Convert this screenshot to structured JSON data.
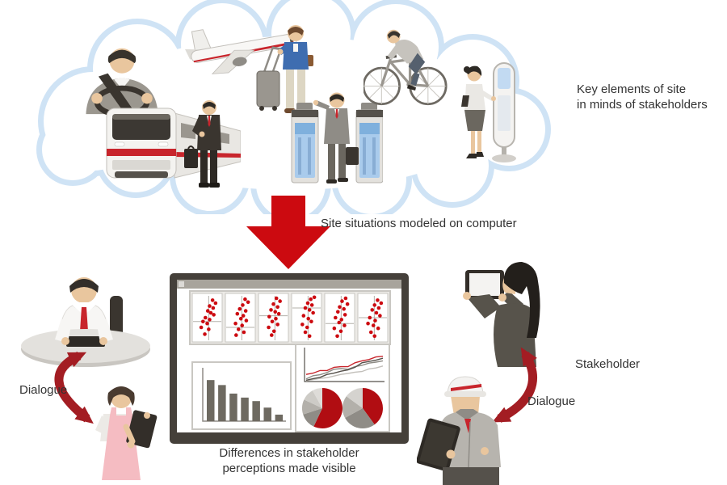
{
  "palette": {
    "flow_arrow_red": "#cc0a10",
    "dialogue_arrow_red": "#a31d23",
    "monitor_frame": "#45403a",
    "cloud_edge_blue": "#cfe3f5",
    "text_color": "#333333"
  },
  "cloud": {
    "caption": "Key elements of site\nin minds of stakeholders",
    "items": [
      {
        "name": "car-driver"
      },
      {
        "name": "airplane"
      },
      {
        "name": "traveler-with-rolling-suitcase"
      },
      {
        "name": "train"
      },
      {
        "name": "businessman-with-briefcase"
      },
      {
        "name": "commuter-at-ticket-gates"
      },
      {
        "name": "cyclist"
      },
      {
        "name": "woman-at-information-kiosk"
      }
    ]
  },
  "flow": {
    "arrow_caption": "Site situations modeled on computer"
  },
  "monitor": {
    "caption": "Differences in stakeholder\nperceptions made visible"
  },
  "left_dialogue": {
    "label": "Dialogue"
  },
  "right_dialogue": {
    "label": "Dialogue",
    "stakeholder_label": "Stakeholder"
  },
  "actors": [
    {
      "name": "analyst-at-desk-with-laptop"
    },
    {
      "name": "staff-woman-with-tablet"
    },
    {
      "name": "stakeholder-woman-with-tablet"
    },
    {
      "name": "field-worker-with-tablet"
    }
  ],
  "chart_data": [
    {
      "type": "scatter",
      "name": "perception-scatter-panels",
      "panels": 6,
      "point_color": "#cc0a10",
      "grid_color": "#b3b0aa",
      "axis_cross_x": 0.55,
      "axis_cross_y": [
        0.58,
        0.7,
        0.46,
        0.3,
        0.62,
        0.5
      ],
      "points": [
        [
          [
            68,
            14
          ],
          [
            78,
            20
          ],
          [
            58,
            26
          ],
          [
            70,
            30
          ],
          [
            52,
            36
          ],
          [
            62,
            40
          ],
          [
            72,
            44
          ],
          [
            44,
            50
          ],
          [
            58,
            54
          ],
          [
            36,
            58
          ],
          [
            50,
            62
          ],
          [
            30,
            70
          ],
          [
            55,
            74
          ],
          [
            42,
            84
          ]
        ],
        [
          [
            66,
            12
          ],
          [
            76,
            18
          ],
          [
            58,
            24
          ],
          [
            48,
            32
          ],
          [
            68,
            36
          ],
          [
            40,
            42
          ],
          [
            60,
            46
          ],
          [
            52,
            52
          ],
          [
            70,
            56
          ],
          [
            34,
            62
          ],
          [
            56,
            66
          ],
          [
            44,
            74
          ],
          [
            62,
            80
          ],
          [
            36,
            86
          ]
        ],
        [
          [
            60,
            10
          ],
          [
            72,
            16
          ],
          [
            50,
            22
          ],
          [
            64,
            28
          ],
          [
            42,
            34
          ],
          [
            56,
            38
          ],
          [
            68,
            42
          ],
          [
            36,
            48
          ],
          [
            58,
            52
          ],
          [
            46,
            58
          ],
          [
            64,
            64
          ],
          [
            34,
            70
          ],
          [
            52,
            78
          ],
          [
            44,
            86
          ]
        ],
        [
          [
            64,
            12
          ],
          [
            76,
            8
          ],
          [
            54,
            20
          ],
          [
            68,
            24
          ],
          [
            46,
            30
          ],
          [
            60,
            34
          ],
          [
            72,
            40
          ],
          [
            40,
            46
          ],
          [
            56,
            52
          ],
          [
            66,
            58
          ],
          [
            36,
            64
          ],
          [
            52,
            70
          ],
          [
            46,
            80
          ],
          [
            60,
            88
          ]
        ],
        [
          [
            70,
            10
          ],
          [
            58,
            16
          ],
          [
            76,
            22
          ],
          [
            50,
            28
          ],
          [
            64,
            32
          ],
          [
            44,
            38
          ],
          [
            68,
            44
          ],
          [
            36,
            50
          ],
          [
            56,
            54
          ],
          [
            48,
            60
          ],
          [
            66,
            66
          ],
          [
            32,
            72
          ],
          [
            54,
            78
          ],
          [
            42,
            88
          ]
        ],
        [
          [
            66,
            14
          ],
          [
            78,
            20
          ],
          [
            56,
            24
          ],
          [
            70,
            30
          ],
          [
            48,
            34
          ],
          [
            62,
            40
          ],
          [
            74,
            46
          ],
          [
            40,
            50
          ],
          [
            58,
            56
          ],
          [
            34,
            62
          ],
          [
            52,
            66
          ],
          [
            68,
            72
          ],
          [
            44,
            80
          ],
          [
            56,
            88
          ]
        ]
      ]
    },
    {
      "type": "bar",
      "name": "bar-chart",
      "bar_color": "#6e6a61",
      "axis_color": "#8f8c86",
      "values": [
        82,
        72,
        55,
        47,
        40,
        27,
        13
      ]
    },
    {
      "type": "line",
      "name": "line-chart",
      "axis_color": "#55514b",
      "series": [
        {
          "name": "red",
          "color": "#c8252c",
          "values": [
            22,
            26,
            34,
            34,
            44,
            46,
            46,
            58,
            64,
            68,
            76,
            78
          ]
        },
        {
          "name": "dark-gray",
          "color": "#55504a",
          "values": [
            4,
            9,
            13,
            22,
            26,
            32,
            36,
            44,
            58,
            62,
            66,
            72
          ]
        },
        {
          "name": "mid-gray",
          "color": "#8d8a84",
          "values": [
            8,
            18,
            21,
            28,
            38,
            40,
            38,
            46,
            50,
            57,
            60,
            64
          ]
        },
        {
          "name": "light-gray",
          "color": "#c2bfba",
          "values": [
            2,
            6,
            10,
            12,
            17,
            22,
            25,
            29,
            31,
            39,
            42,
            48
          ]
        }
      ]
    },
    {
      "type": "pie",
      "name": "pie-charts",
      "pies": [
        {
          "slices": [
            {
              "value": 57,
              "color": "#b10d12"
            },
            {
              "value": 13,
              "color": "#8f8c86"
            },
            {
              "value": 12,
              "color": "#b3b0aa"
            },
            {
              "value": 10,
              "color": "#cdcbc6"
            },
            {
              "value": 8,
              "color": "#dedcd8"
            }
          ]
        },
        {
          "slices": [
            {
              "value": 40,
              "color": "#b10d12"
            },
            {
              "value": 27,
              "color": "#8f8c86"
            },
            {
              "value": 18,
              "color": "#b3b0aa"
            },
            {
              "value": 15,
              "color": "#d5d3cf"
            }
          ]
        }
      ]
    }
  ]
}
